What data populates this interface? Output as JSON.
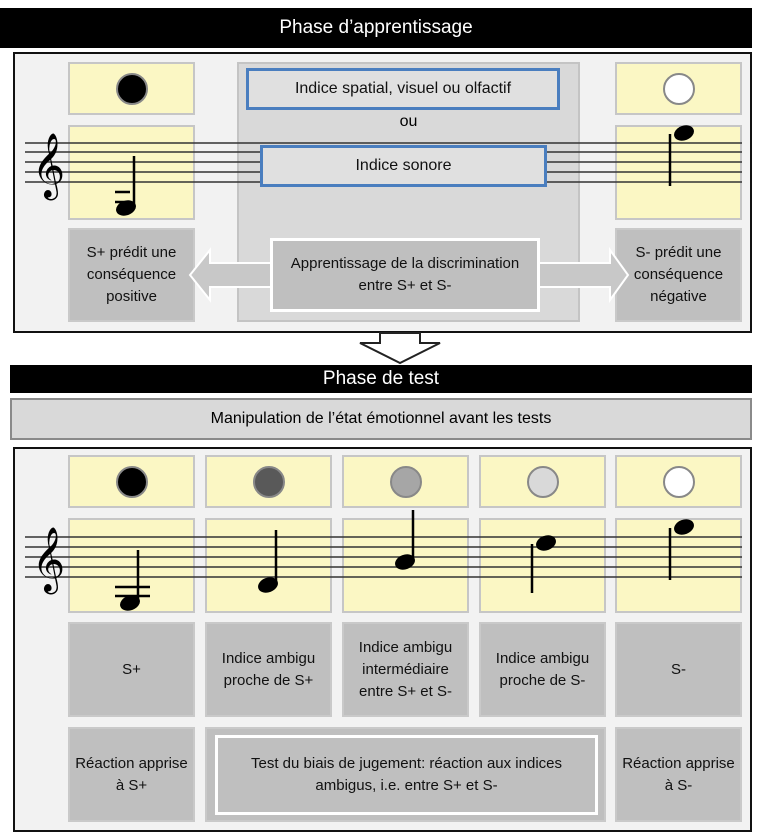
{
  "learning": {
    "title": "Phase d’apprentissage",
    "cue_visual": "Indice spatial, visuel ou olfactif",
    "or": "ou",
    "cue_sound": "Indice sonore",
    "left": "S+ prédit une conséquence positive",
    "right": "S- prédit une conséquence négative",
    "center": "Apprentissage de la discrimination entre S+ et S-"
  },
  "test": {
    "title": "Phase de test",
    "manipulation": "Manipulation de l’état émotionnel avant les tests",
    "cues": [
      {
        "label": "S+",
        "color": "#000000"
      },
      {
        "label": "Indice ambigu proche de S+",
        "color": "#595959"
      },
      {
        "label": "Indice ambigu intermédiaire entre S+ et S-",
        "color": "#a6a6a6"
      },
      {
        "label": "Indice ambigu proche de S-",
        "color": "#d9d9d9"
      },
      {
        "label": "S-",
        "color": "#ffffff"
      }
    ],
    "reaction_left": "Réaction apprise à S+",
    "reaction_right": "Réaction apprise à S-",
    "bias_test": "Test du biais de jugement: réaction aux indices ambigus, i.e. entre S+ et S-"
  }
}
